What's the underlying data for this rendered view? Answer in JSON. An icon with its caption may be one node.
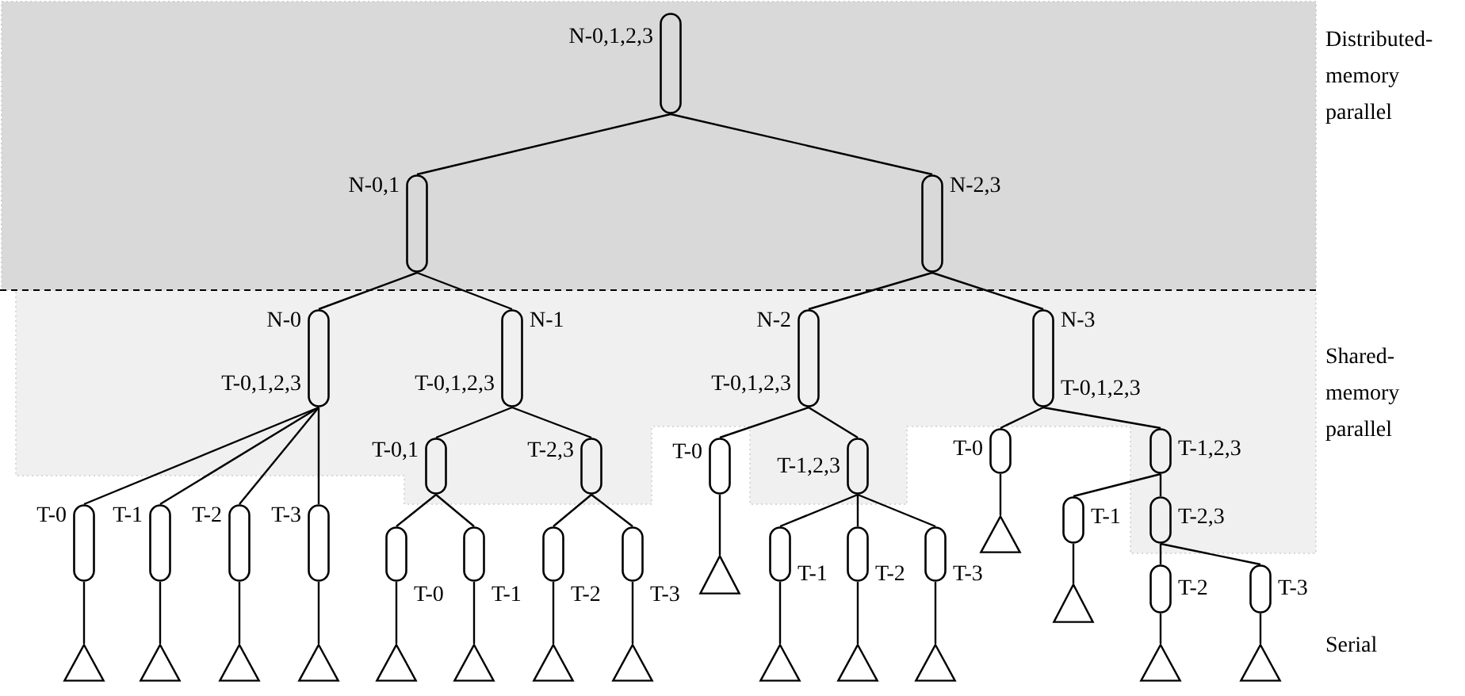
{
  "diagram": {
    "nodes": [
      {
        "text": [],
        "shape": "capsule",
        "beside": [
          "N-0,1,2,3"
        ]
      },
      {
        "text": [],
        "shape": "capsule",
        "beside": [
          "N-0,1"
        ]
      },
      {
        "text": [],
        "shape": "capsule",
        "beside": [
          "N-2,3"
        ]
      },
      {
        "text": [],
        "shape": "capsule",
        "beside": [
          "N-0",
          "T-0,1,2,3"
        ]
      },
      {
        "text": [],
        "shape": "capsule",
        "beside": [
          "N-1",
          "T-0,1,2,3"
        ]
      },
      {
        "text": [],
        "shape": "capsule",
        "beside": [
          "N-2",
          "T-0,1,2,3"
        ]
      },
      {
        "text": [],
        "shape": "capsule",
        "beside": [
          "N-3",
          "T-0,1,2,3"
        ]
      },
      {
        "text": [],
        "shape": "capsule",
        "beside": [
          "T-0"
        ]
      },
      {
        "text": [],
        "shape": "capsule",
        "beside": [
          "T-1"
        ]
      },
      {
        "text": [],
        "shape": "capsule",
        "beside": [
          "T-2"
        ]
      },
      {
        "text": [],
        "shape": "capsule",
        "beside": [
          "T-3"
        ]
      },
      {
        "text": [],
        "shape": "capsule",
        "beside": [
          "T-0,1"
        ]
      },
      {
        "text": [],
        "shape": "capsule",
        "beside": [
          "T-2,3"
        ]
      },
      {
        "text": [],
        "shape": "capsule",
        "beside": [
          "T-0"
        ]
      },
      {
        "text": [],
        "shape": "capsule",
        "beside": [
          "T-1,2,3"
        ]
      },
      {
        "text": [],
        "shape": "capsule",
        "beside": [
          "T-0"
        ]
      },
      {
        "text": [],
        "shape": "capsule",
        "beside": [
          "T-1,2,3"
        ]
      },
      {
        "text": [],
        "shape": "capsule",
        "beside": [
          "T-0"
        ]
      },
      {
        "text": [],
        "shape": "capsule",
        "beside": [
          "T-1"
        ]
      },
      {
        "text": [],
        "shape": "capsule",
        "beside": [
          "T-2"
        ]
      },
      {
        "text": [],
        "shape": "capsule",
        "beside": [
          "T-3"
        ]
      },
      {
        "text": [],
        "shape": "capsule",
        "beside": [
          "T-1"
        ]
      },
      {
        "text": [],
        "shape": "capsule",
        "beside": [
          "T-2"
        ]
      },
      {
        "text": [],
        "shape": "capsule",
        "beside": [
          "T-3"
        ]
      },
      {
        "text": [],
        "shape": "capsule",
        "beside": [
          "T-1"
        ]
      },
      {
        "text": [],
        "shape": "capsule",
        "beside": [
          "T-2,3"
        ]
      },
      {
        "text": [],
        "shape": "capsule",
        "beside": [
          "T-2"
        ]
      },
      {
        "text": [],
        "shape": "capsule",
        "beside": [
          "T-3"
        ]
      },
      {
        "text": [],
        "shape": "triangle"
      },
      {
        "text": [],
        "shape": "triangle"
      },
      {
        "text": [],
        "shape": "triangle"
      },
      {
        "text": [],
        "shape": "triangle"
      },
      {
        "text": [],
        "shape": "triangle"
      },
      {
        "text": [],
        "shape": "triangle"
      },
      {
        "text": [],
        "shape": "triangle"
      },
      {
        "text": [],
        "shape": "triangle"
      },
      {
        "text": [],
        "shape": "triangle"
      },
      {
        "text": [],
        "shape": "triangle"
      },
      {
        "text": [],
        "shape": "triangle"
      },
      {
        "text": [],
        "shape": "triangle"
      },
      {
        "text": [],
        "shape": "triangle"
      },
      {
        "text": [],
        "shape": "triangle"
      },
      {
        "text": [],
        "shape": "triangle"
      },
      {
        "text": [],
        "shape": "triangle"
      }
    ],
    "edges": [
      {
        "from": 0,
        "to": 1,
        "arrow": "none"
      },
      {
        "from": 0,
        "to": 2,
        "arrow": "none"
      },
      {
        "from": 1,
        "to": 3,
        "arrow": "none"
      },
      {
        "from": 1,
        "to": 4,
        "arrow": "none"
      },
      {
        "from": 2,
        "to": 5,
        "arrow": "none"
      },
      {
        "from": 2,
        "to": 6,
        "arrow": "none"
      },
      {
        "from": 3,
        "to": 7,
        "arrow": "none"
      },
      {
        "from": 3,
        "to": 8,
        "arrow": "none"
      },
      {
        "from": 3,
        "to": 9,
        "arrow": "none"
      },
      {
        "from": 3,
        "to": 10,
        "arrow": "none"
      },
      {
        "from": 4,
        "to": 11,
        "arrow": "none"
      },
      {
        "from": 4,
        "to": 12,
        "arrow": "none"
      },
      {
        "from": 5,
        "to": 13,
        "arrow": "none"
      },
      {
        "from": 5,
        "to": 14,
        "arrow": "none"
      },
      {
        "from": 6,
        "to": 15,
        "arrow": "none"
      },
      {
        "from": 6,
        "to": 16,
        "arrow": "none"
      },
      {
        "from": 11,
        "to": 17,
        "arrow": "none"
      },
      {
        "from": 11,
        "to": 18,
        "arrow": "none"
      },
      {
        "from": 12,
        "to": 19,
        "arrow": "none"
      },
      {
        "from": 12,
        "to": 20,
        "arrow": "none"
      },
      {
        "from": 14,
        "to": 21,
        "arrow": "none"
      },
      {
        "from": 14,
        "to": 22,
        "arrow": "none"
      },
      {
        "from": 14,
        "to": 23,
        "arrow": "none"
      },
      {
        "from": 16,
        "to": 24,
        "arrow": "none"
      },
      {
        "from": 16,
        "to": 25,
        "arrow": "none"
      },
      {
        "from": 25,
        "to": 26,
        "arrow": "none"
      },
      {
        "from": 25,
        "to": 27,
        "arrow": "none"
      },
      {
        "from": 13,
        "to": 28,
        "arrow": "none"
      },
      {
        "from": 15,
        "to": 29,
        "arrow": "none"
      },
      {
        "from": 24,
        "to": 30,
        "arrow": "none"
      },
      {
        "from": 7,
        "to": 31,
        "arrow": "none"
      },
      {
        "from": 8,
        "to": 32,
        "arrow": "none"
      },
      {
        "from": 9,
        "to": 33,
        "arrow": "none"
      },
      {
        "from": 10,
        "to": 34,
        "arrow": "none"
      },
      {
        "from": 17,
        "to": 35,
        "arrow": "none"
      },
      {
        "from": 18,
        "to": 36,
        "arrow": "none"
      },
      {
        "from": 19,
        "to": 37,
        "arrow": "none"
      },
      {
        "from": 20,
        "to": 38,
        "arrow": "none"
      },
      {
        "from": 21,
        "to": 39,
        "arrow": "none"
      },
      {
        "from": 22,
        "to": 40,
        "arrow": "none"
      },
      {
        "from": 23,
        "to": 41,
        "arrow": "none"
      },
      {
        "from": 26,
        "to": 42,
        "arrow": "none"
      },
      {
        "from": 27,
        "to": 43,
        "arrow": "none"
      }
    ],
    "labels": [
      "Distributed-memory parallel",
      "Shared-memory parallel",
      "Serial"
    ]
  }
}
